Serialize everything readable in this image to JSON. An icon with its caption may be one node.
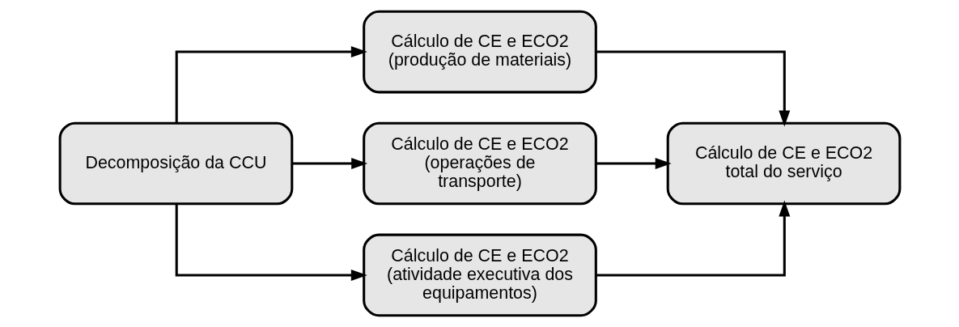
{
  "diagram": {
    "nodes": [
      {
        "text": [
          "Decomposição da CCU"
        ]
      },
      {
        "text": [
          "Cálculo de CE e ECO2 (produção de materiais)"
        ]
      },
      {
        "text": [
          "Cálculo de CE e ECO2 (operações de transporte)"
        ]
      },
      {
        "text": [
          "Cálculo de CE e ECO2 (atividade executiva dos equipamentos)"
        ]
      },
      {
        "text": [
          "Cálculo de CE e ECO2 total do serviço"
        ]
      }
    ],
    "edges": [
      {
        "from": 0,
        "to": 1,
        "arrow": "to"
      },
      {
        "from": 0,
        "to": 2,
        "arrow": "to"
      },
      {
        "from": 0,
        "to": 3,
        "arrow": "to"
      },
      {
        "from": 1,
        "to": 4,
        "arrow": "to"
      },
      {
        "from": 2,
        "to": 4,
        "arrow": "to"
      },
      {
        "from": 3,
        "to": 4,
        "arrow": "to"
      }
    ]
  }
}
